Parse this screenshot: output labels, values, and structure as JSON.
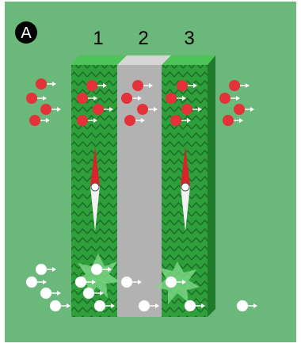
{
  "panel_letter": "A",
  "column_labels": [
    "1",
    "2",
    "3"
  ],
  "colors": {
    "background": "#6ab87a",
    "frame": "#ffffff",
    "grass_top": "#4cc458",
    "grass_front": "#2e9f3a",
    "grass_side": "#1f7a2c",
    "grass_pattern": "#1d6e28",
    "gap_top": "#d6d6d6",
    "gap_front": "#b2b2b2",
    "red_particle": "#e3323a",
    "white_particle": "#ffffff",
    "needle_red": "#d8242b",
    "needle_white": "#f2f2f2"
  },
  "icons": [
    "red-particle-arrow-icon",
    "white-particle-arrow-icon",
    "compass-needle-icon",
    "burst-icon",
    "panel-label-badge-icon"
  ]
}
